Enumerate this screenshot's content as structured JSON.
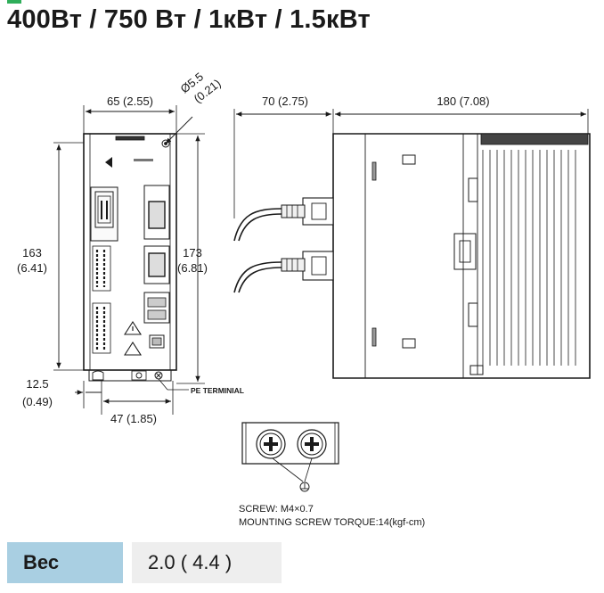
{
  "title": "400Вт / 750 Вт / 1кВт / 1.5кВт",
  "dimensions": {
    "front_width": "65 (2.55)",
    "hole_diameter_line1": "Ø5.5",
    "hole_diameter_line2": "(0.21)",
    "front_height_left_mm": "163",
    "front_height_left_in": "(6.41)",
    "front_height_right_mm": "173",
    "front_height_right_in": "(6.81)",
    "bottom_offset_mm": "12.5",
    "bottom_offset_in": "(0.49)",
    "bottom_width": "47 (1.85)",
    "side_connector_depth": "70 (2.75)",
    "side_body_depth": "180 (7.08)"
  },
  "labels": {
    "pe_terminal": "PE TERMINIAL",
    "screw": "SCREW: M4×0.7",
    "torque": "MOUNTING SCREW TORQUE:14(kgf-cm)"
  },
  "weight": {
    "label": "Вес",
    "value": "2.0 ( 4.4 )"
  }
}
